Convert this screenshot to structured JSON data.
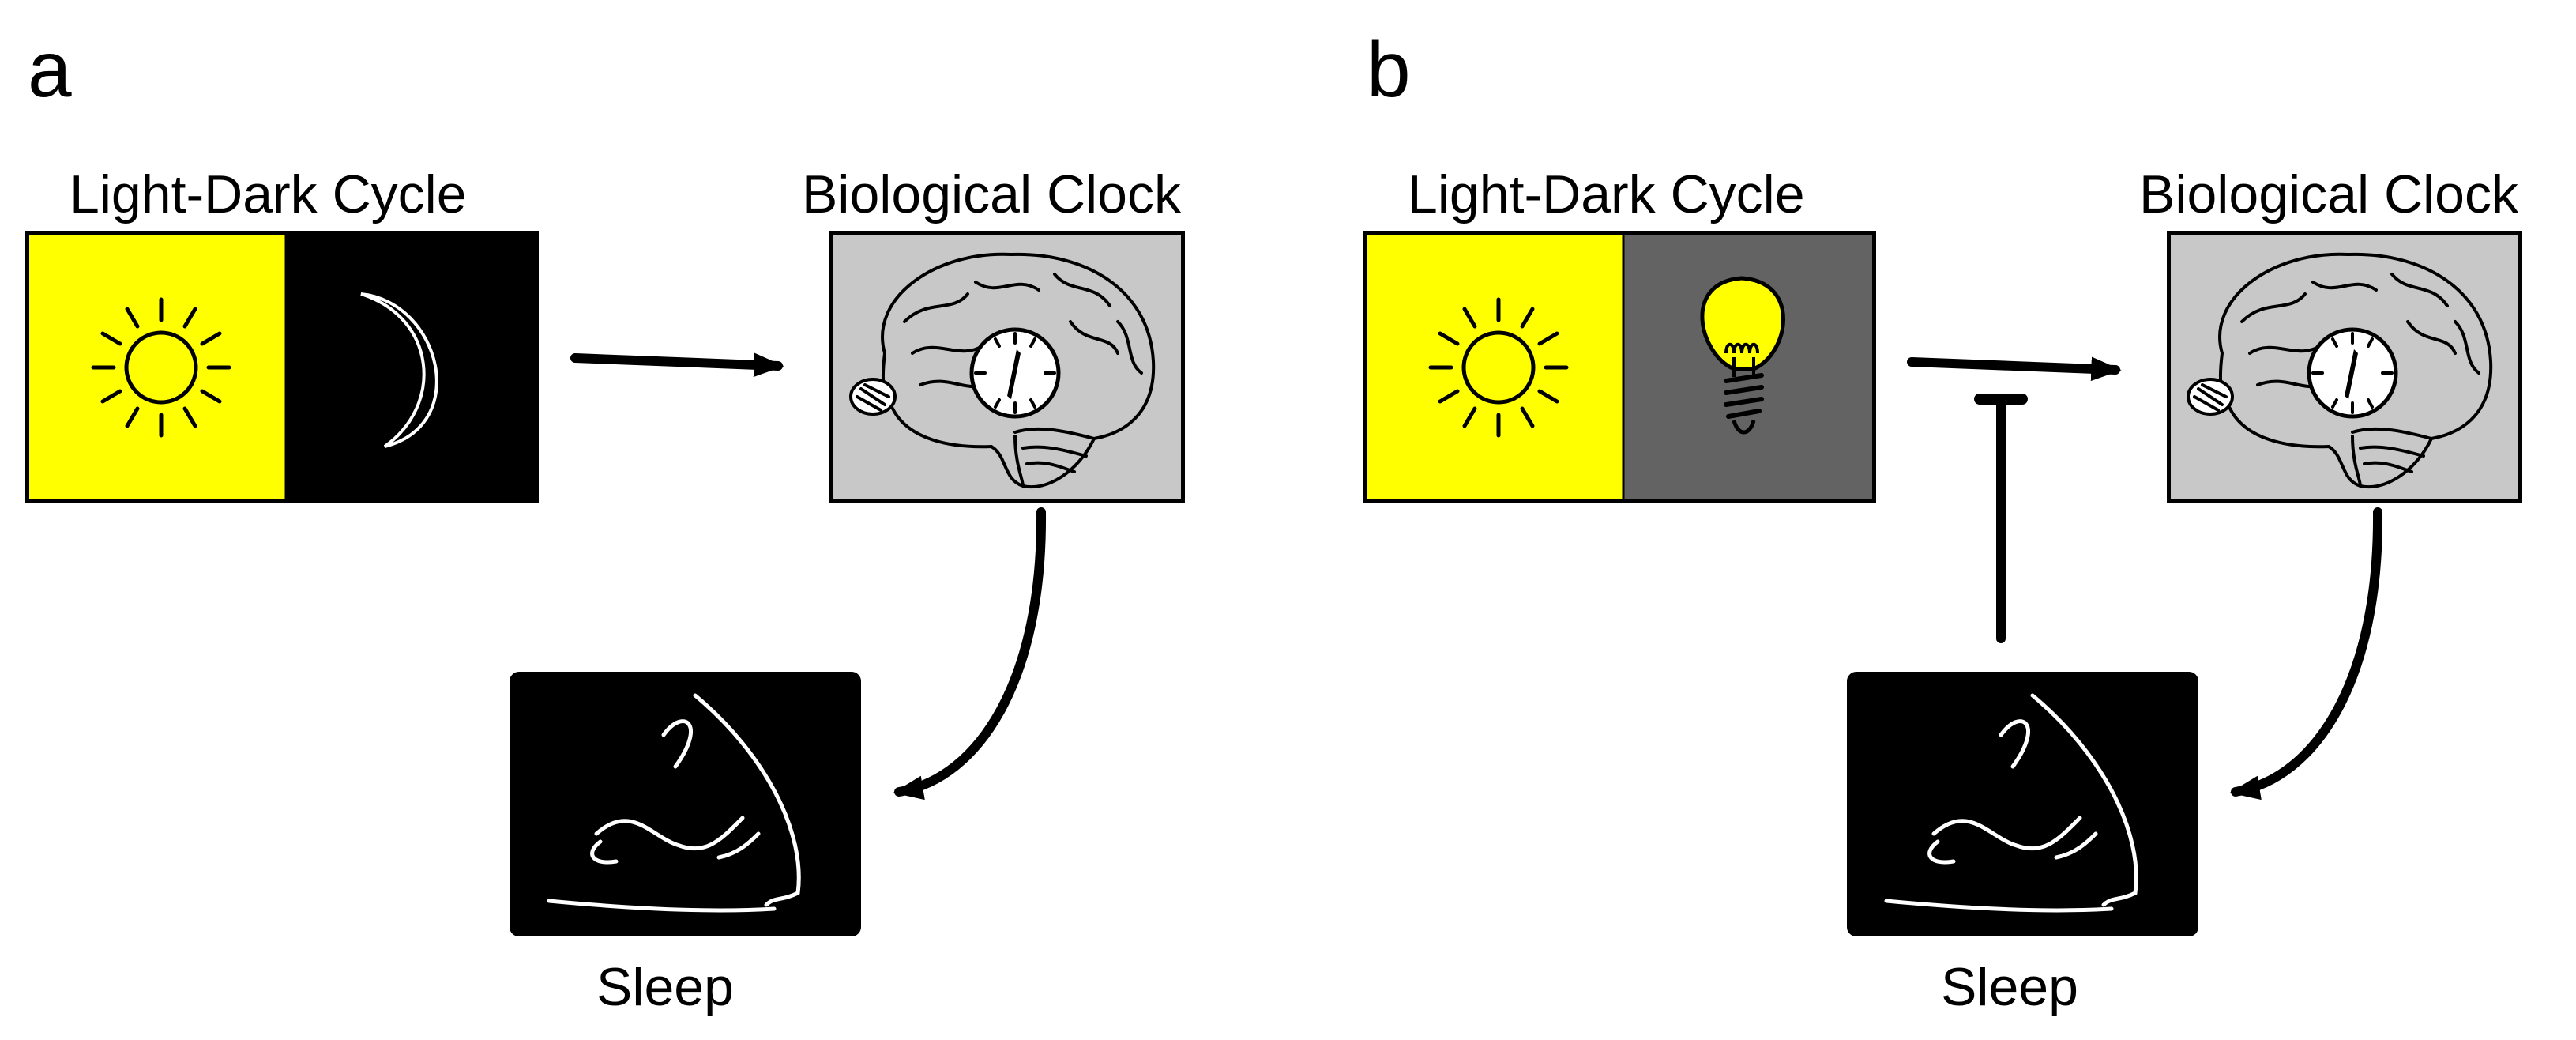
{
  "panels": [
    {
      "letter": "a",
      "light_dark_label": "Light-Dark Cycle",
      "clock_label": "Biological Clock",
      "sleep_label": "Sleep",
      "dark_phase": "moon-icon",
      "dark_color": "#000000"
    },
    {
      "letter": "b",
      "light_dark_label": "Light-Dark Cycle",
      "clock_label": "Biological Clock",
      "sleep_label": "Sleep",
      "dark_phase": "lightbulb-icon",
      "dark_color": "#636363"
    }
  ],
  "colors": {
    "light_phase": "#ffff00",
    "clock_box": "#c8c8c8",
    "sleep_box": "#000000",
    "arrow": "#000000"
  }
}
